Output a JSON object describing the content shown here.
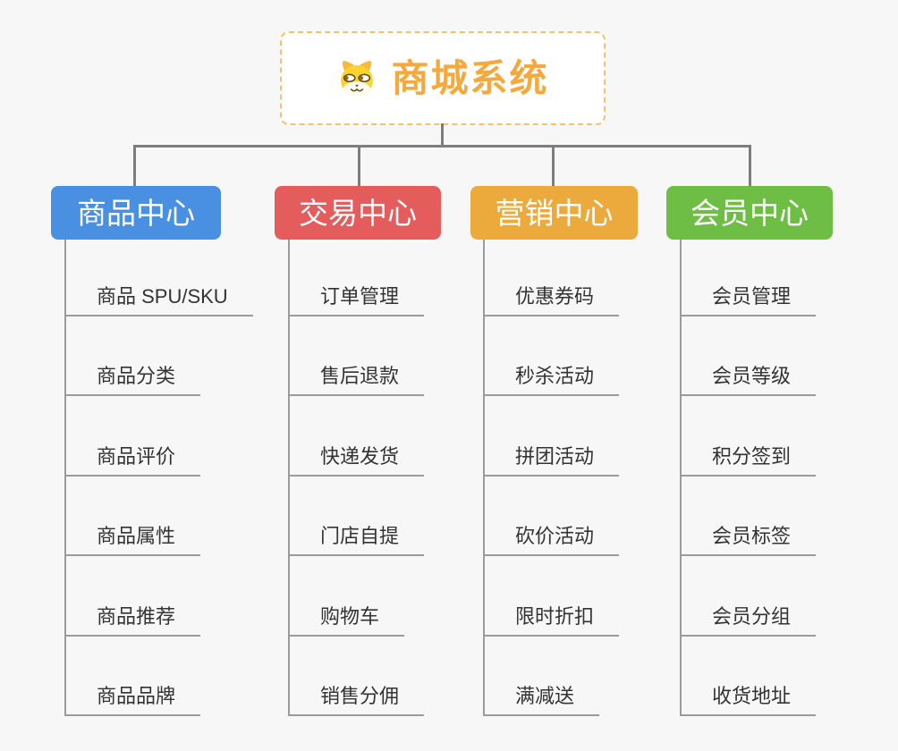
{
  "root": {
    "title": "商城系统",
    "icon": "shiba-dog-icon"
  },
  "branches": [
    {
      "label": "商品中心",
      "color": "#4A90E2",
      "items": [
        "商品 SPU/SKU",
        "商品分类",
        "商品评价",
        "商品属性",
        "商品推荐",
        "商品品牌"
      ]
    },
    {
      "label": "交易中心",
      "color": "#E45C5C",
      "items": [
        "订单管理",
        "售后退款",
        "快递发货",
        "门店自提",
        "购物车",
        "销售分佣"
      ]
    },
    {
      "label": "营销中心",
      "color": "#EDAA3C",
      "items": [
        "优惠券码",
        "秒杀活动",
        "拼团活动",
        "砍价活动",
        "限时折扣",
        "满减送"
      ]
    },
    {
      "label": "会员中心",
      "color": "#6EBE45",
      "items": [
        "会员管理",
        "会员等级",
        "积分签到",
        "会员标签",
        "会员分组",
        "收货地址"
      ]
    }
  ],
  "theme": {
    "background": "#F7F7F8",
    "connector_color": "#7D7D7D",
    "leaf_line_color": "#9B9B9B",
    "leaf_text_color": "#333333",
    "root_border_color": "#F6C16B",
    "root_title_color": "#F5A93C",
    "root_background": "#FFFFFF"
  }
}
